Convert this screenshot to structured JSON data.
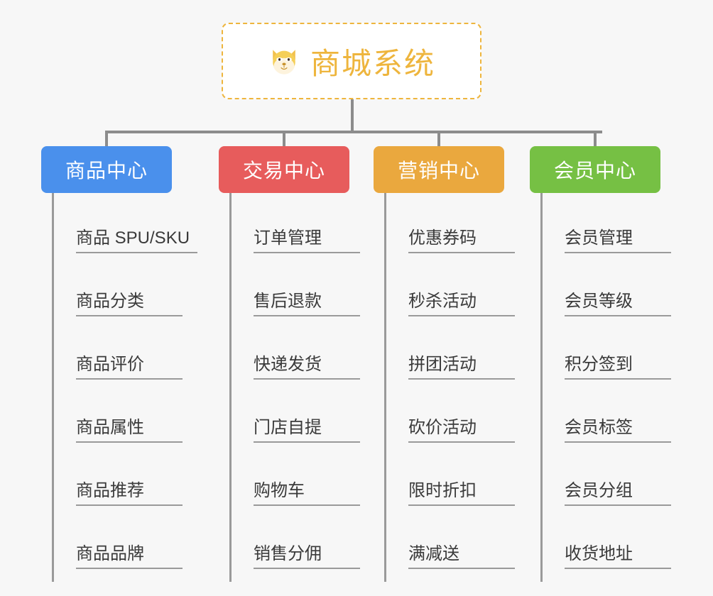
{
  "root": {
    "title": "商城系统",
    "icon": "dog-face-emoji",
    "border_color": "#eeb53d",
    "text_color": "#eeb53d",
    "background": "#ffffff"
  },
  "canvas": {
    "background": "#f7f7f7",
    "connector_color": "#8c8c8c"
  },
  "categories": [
    {
      "label": "商品中心",
      "color": "#4a90ec",
      "items": [
        "商品 SPU/SKU",
        "商品分类",
        "商品评价",
        "商品属性",
        "商品推荐",
        "商品品牌"
      ]
    },
    {
      "label": "交易中心",
      "color": "#e75c5c",
      "items": [
        "订单管理",
        "售后退款",
        "快递发货",
        "门店自提",
        "购物车",
        "销售分佣"
      ]
    },
    {
      "label": "营销中心",
      "color": "#eaa83e",
      "items": [
        "优惠券码",
        "秒杀活动",
        "拼团活动",
        "砍价活动",
        "限时折扣",
        "满减送"
      ]
    },
    {
      "label": "会员中心",
      "color": "#76c044",
      "items": [
        "会员管理",
        "会员等级",
        "积分签到",
        "会员标签",
        "会员分组",
        "收货地址"
      ]
    }
  ]
}
